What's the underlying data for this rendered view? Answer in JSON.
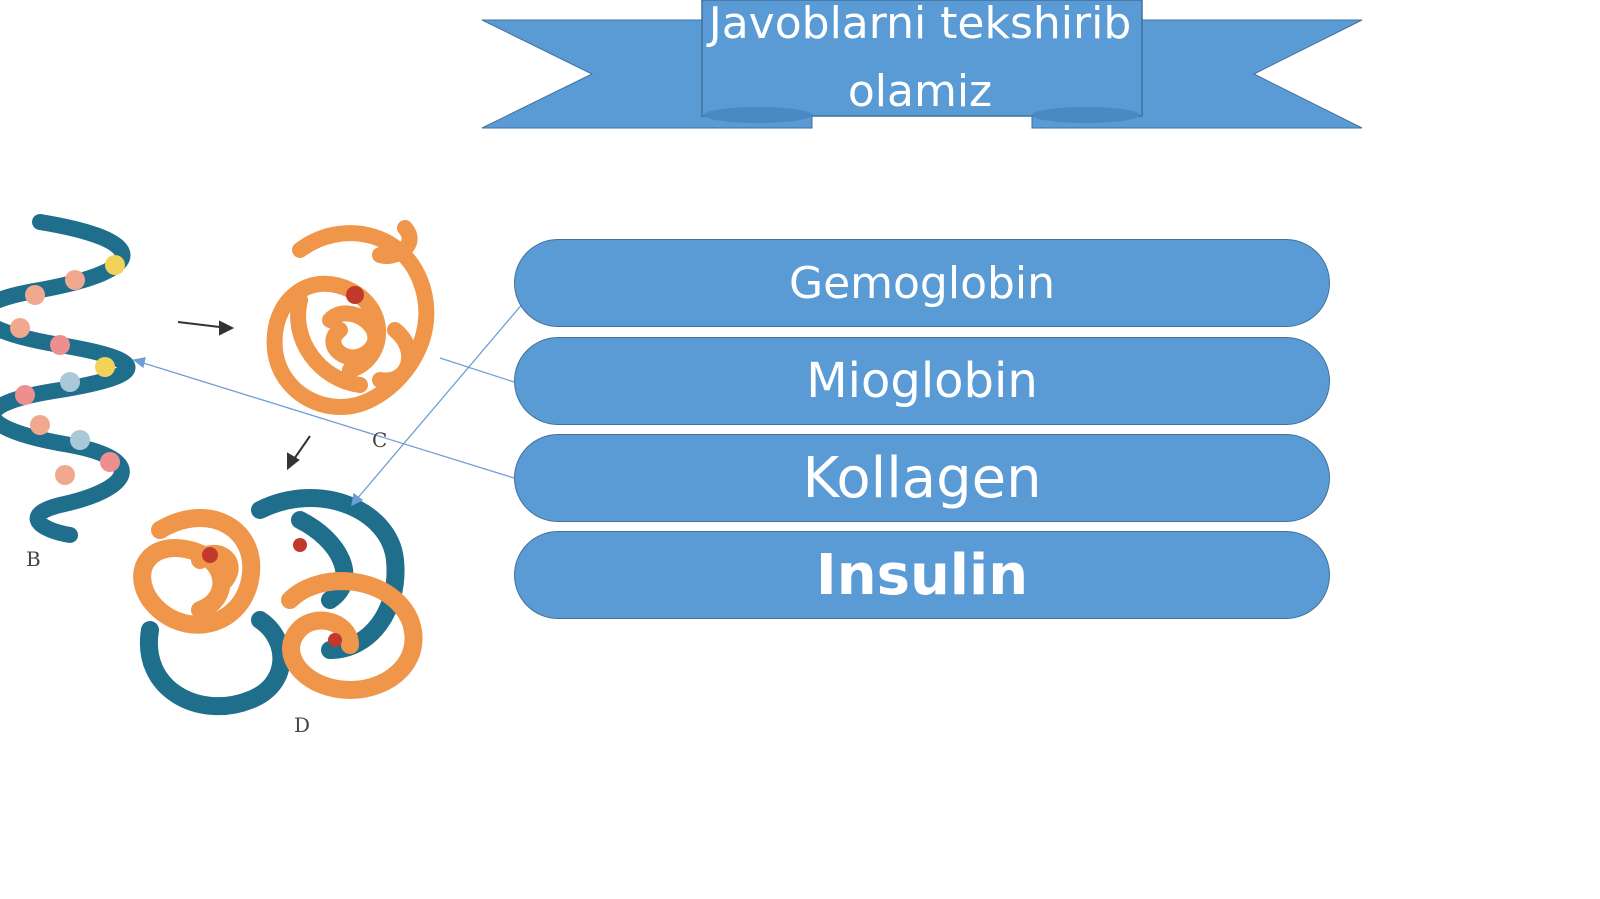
{
  "banner": {
    "title": "Javoblarni tekshirib olamiz"
  },
  "answers": [
    {
      "label": "Gemoglobin"
    },
    {
      "label": "Mioglobin"
    },
    {
      "label": "Kollagen"
    },
    {
      "label": "Insulin"
    }
  ],
  "figure": {
    "labels": [
      "B",
      "C",
      "D"
    ]
  },
  "colors": {
    "accent": "#5b9bd5",
    "accent_border": "#41719c",
    "protein_orange": "#f0964a",
    "protein_teal": "#1f6e8c",
    "line": "#6e9fd3"
  }
}
